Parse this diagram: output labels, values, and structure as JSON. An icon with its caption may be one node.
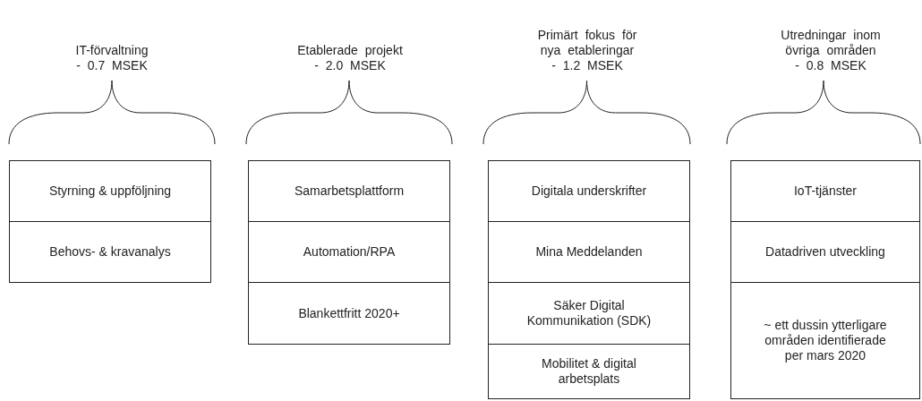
{
  "diagram": {
    "nodes": [
      {
        "text": [
          "Styrning & uppföljning"
        ]
      },
      {
        "text": [
          "Behovs- & kravanalys"
        ]
      },
      {
        "text": [
          "Samarbetsplattform"
        ]
      },
      {
        "text": [
          "Automation/RPA"
        ]
      },
      {
        "text": [
          "Blankettfritt 2020+"
        ]
      },
      {
        "text": [
          "Digitala underskrifter"
        ]
      },
      {
        "text": [
          "Mina Meddelanden"
        ]
      },
      {
        "text": [
          "Säker Digital Kommunikation (SDK)"
        ]
      },
      {
        "text": [
          "Mobilitet & digital arbetsplats"
        ]
      },
      {
        "text": [
          "IoT-tjänster"
        ]
      },
      {
        "text": [
          "Datadriven utveckling"
        ]
      },
      {
        "text": [
          "~ ett dussin ytterligare områden identifierade per mars 2020"
        ]
      }
    ],
    "labels": [
      "IT-förvaltning - 0.7 MSEK",
      "Etablerade projekt - 2.0 MSEK",
      "Primärt fokus för nya etableringar - 1.2 MSEK",
      "Utredningar inom övriga områden - 0.8 MSEK"
    ]
  }
}
